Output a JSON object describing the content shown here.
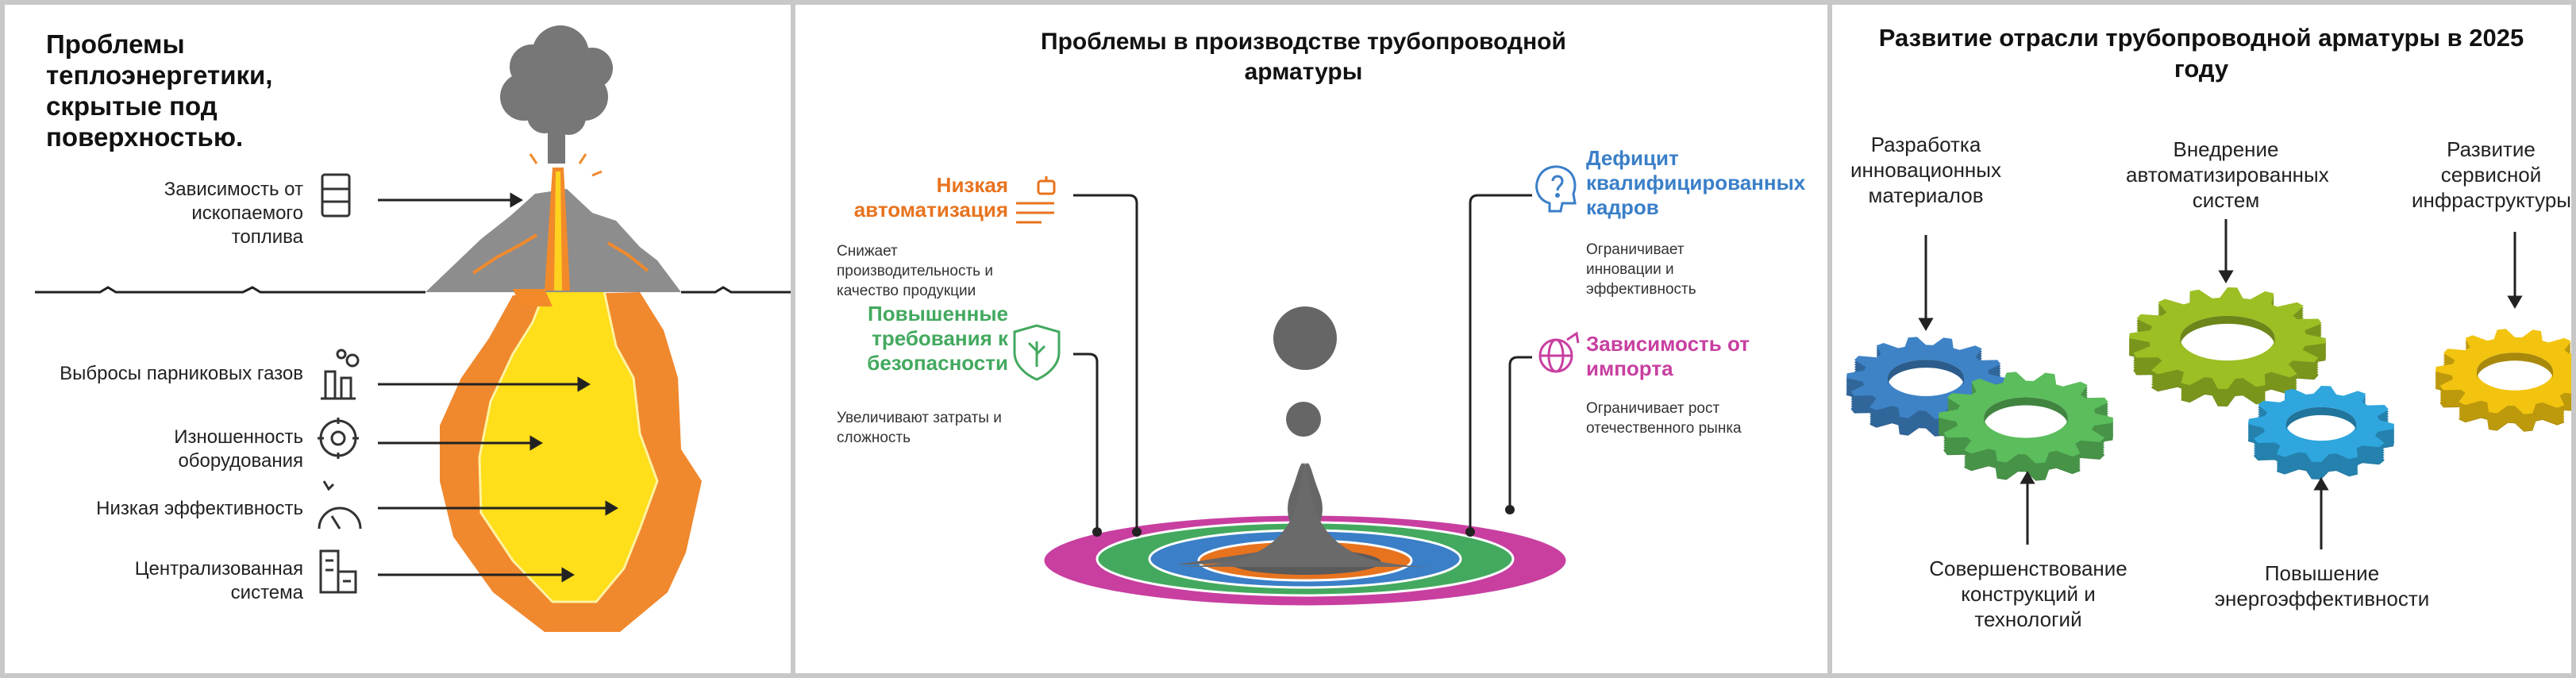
{
  "panel1": {
    "title": "Проблемы теплоэнергетики, скрытые под поверхностью.",
    "items": [
      {
        "label": "Зависимость от ископаемого топлива"
      },
      {
        "label": "Выбросы парниковых газов"
      },
      {
        "label": "Изношенность оборудования"
      },
      {
        "label": "Низкая эффективность"
      },
      {
        "label": "Централизованная система"
      }
    ]
  },
  "panel2": {
    "title": "Проблемы в производстве трубопроводной арматуры",
    "items": [
      {
        "title": "Низкая автоматизация",
        "desc": "Снижает производительность и качество продукции",
        "color": "#e8731e"
      },
      {
        "title": "Повышенные требования к безопасности",
        "desc": "Увеличивают затраты и сложность",
        "color": "#43a95f"
      },
      {
        "title": "Дефицит квалифицированных кадров",
        "desc": "Ограничивает инновации и эффективность",
        "color": "#3a7fc8"
      },
      {
        "title": "Зависимость от импорта",
        "desc": "Ограничивает рост отечественного рынка",
        "color": "#c83fa0"
      }
    ]
  },
  "panel3": {
    "title": "Развитие отрасли трубопроводной арматуры в 2025 году",
    "items": [
      {
        "label": "Разработка инновационных материалов"
      },
      {
        "label": "Внедрение автоматизированных систем"
      },
      {
        "label": "Развитие сервисной инфраструктуры"
      },
      {
        "label": "Совершенствование конструкций и технологий"
      },
      {
        "label": "Повышение энергоэффективности"
      }
    ],
    "gear_colors": [
      "#3e83c6",
      "#5bbd5c",
      "#9cbf24",
      "#2fa6de",
      "#f2c40f"
    ]
  }
}
